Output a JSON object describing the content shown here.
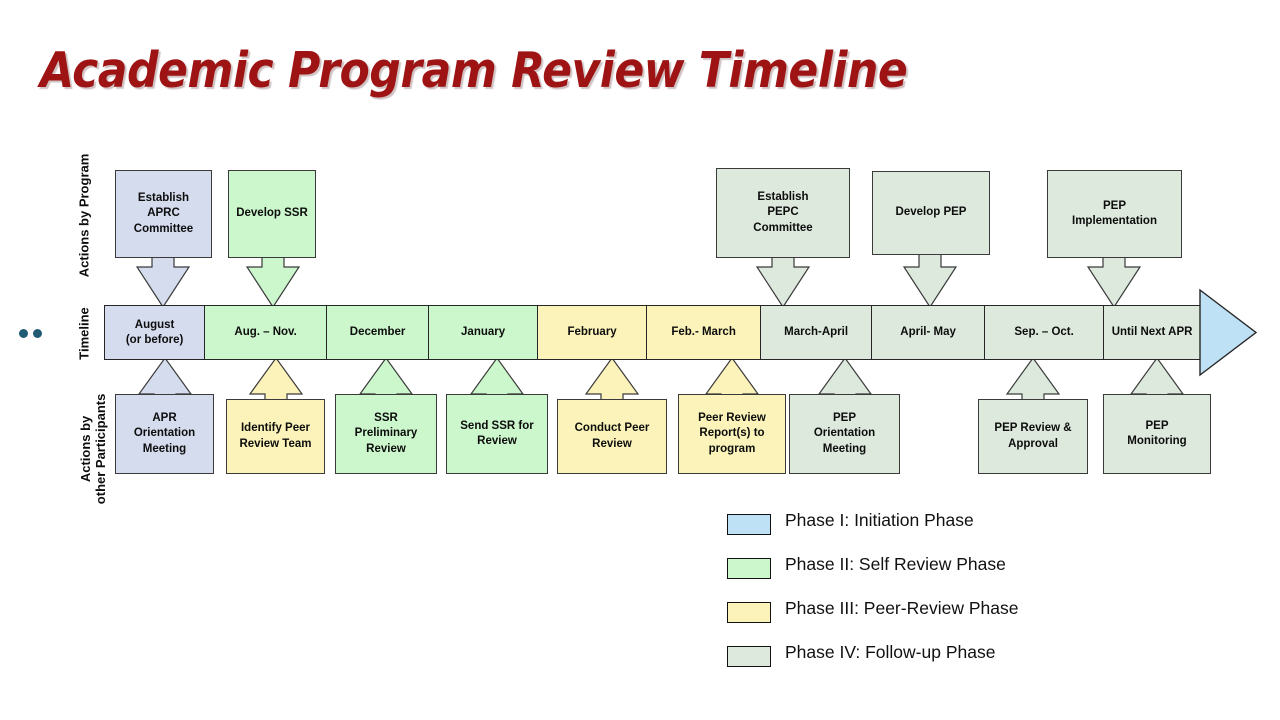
{
  "title": "Academic Program Review Timeline",
  "axis_labels": {
    "top": "Actions by Program",
    "middle": "Timeline",
    "bottom": "Actions by\nother Participants"
  },
  "colors": {
    "phase1_blue": "#d4dcee",
    "phase1_legend_blue": "#bfe1f5",
    "phase2_green": "#ccf7cc",
    "phase3_yellow": "#fbf3b9",
    "phase4_pale": "#dce9dc",
    "stroke": "#3a3a3a",
    "title_red": "#9e1414",
    "dot": "#1f5c74"
  },
  "top_row": [
    {
      "label": "Establish\nAPRC\nCommittee",
      "phase": "phase1_blue"
    },
    {
      "label": "Develop SSR",
      "phase": "phase2_green"
    },
    {
      "label": "Establish\nPEPC\nCommittee",
      "phase": "phase4_pale"
    },
    {
      "label": "Develop  PEP",
      "phase": "phase4_pale"
    },
    {
      "label": "PEP\nImplementation",
      "phase": "phase4_pale"
    }
  ],
  "timeline": [
    {
      "label": "August\n(or before)",
      "phase": "phase1_blue"
    },
    {
      "label": "Aug. – Nov.",
      "phase": "phase2_green"
    },
    {
      "label": "December",
      "phase": "phase2_green"
    },
    {
      "label": "January",
      "phase": "phase2_green"
    },
    {
      "label": "February",
      "phase": "phase3_yellow"
    },
    {
      "label": "Feb.- March",
      "phase": "phase3_yellow"
    },
    {
      "label": "March-April",
      "phase": "phase4_pale"
    },
    {
      "label": "April- May",
      "phase": "phase4_pale"
    },
    {
      "label": "Sep. – Oct.",
      "phase": "phase4_pale"
    },
    {
      "label": "Until Next APR",
      "phase": "phase4_pale"
    }
  ],
  "bottom_row": [
    {
      "label": "APR\nOrientation\nMeeting",
      "phase": "phase1_blue"
    },
    {
      "label": "Identify Peer\nReview Team",
      "phase": "phase3_yellow"
    },
    {
      "label": "SSR\nPreliminary\nReview",
      "phase": "phase2_green"
    },
    {
      "label": "Send SSR for\nReview",
      "phase": "phase2_green"
    },
    {
      "label": "Conduct Peer\nReview",
      "phase": "phase3_yellow"
    },
    {
      "label": "Peer Review\nReport(s) to\nprogram",
      "phase": "phase3_yellow"
    },
    {
      "label": "PEP\nOrientation\nMeeting",
      "phase": "phase4_pale"
    },
    {
      "label": "PEP Review  &\nApproval",
      "phase": "phase4_pale"
    },
    {
      "label": "PEP\nMonitoring",
      "phase": "phase4_pale"
    }
  ],
  "legend": [
    {
      "label": "Phase I: Initiation Phase",
      "color": "#bfe1f5"
    },
    {
      "label": "Phase II: Self Review Phase",
      "color": "#ccf7cc"
    },
    {
      "label": "Phase III: Peer-Review Phase",
      "color": "#fbf3b9"
    },
    {
      "label": "Phase IV: Follow-up Phase",
      "color": "#dce9dc"
    }
  ],
  "end_arrow": {
    "name": "timeline-continues-arrow",
    "color": "#bfe1f5"
  },
  "dots": 2
}
